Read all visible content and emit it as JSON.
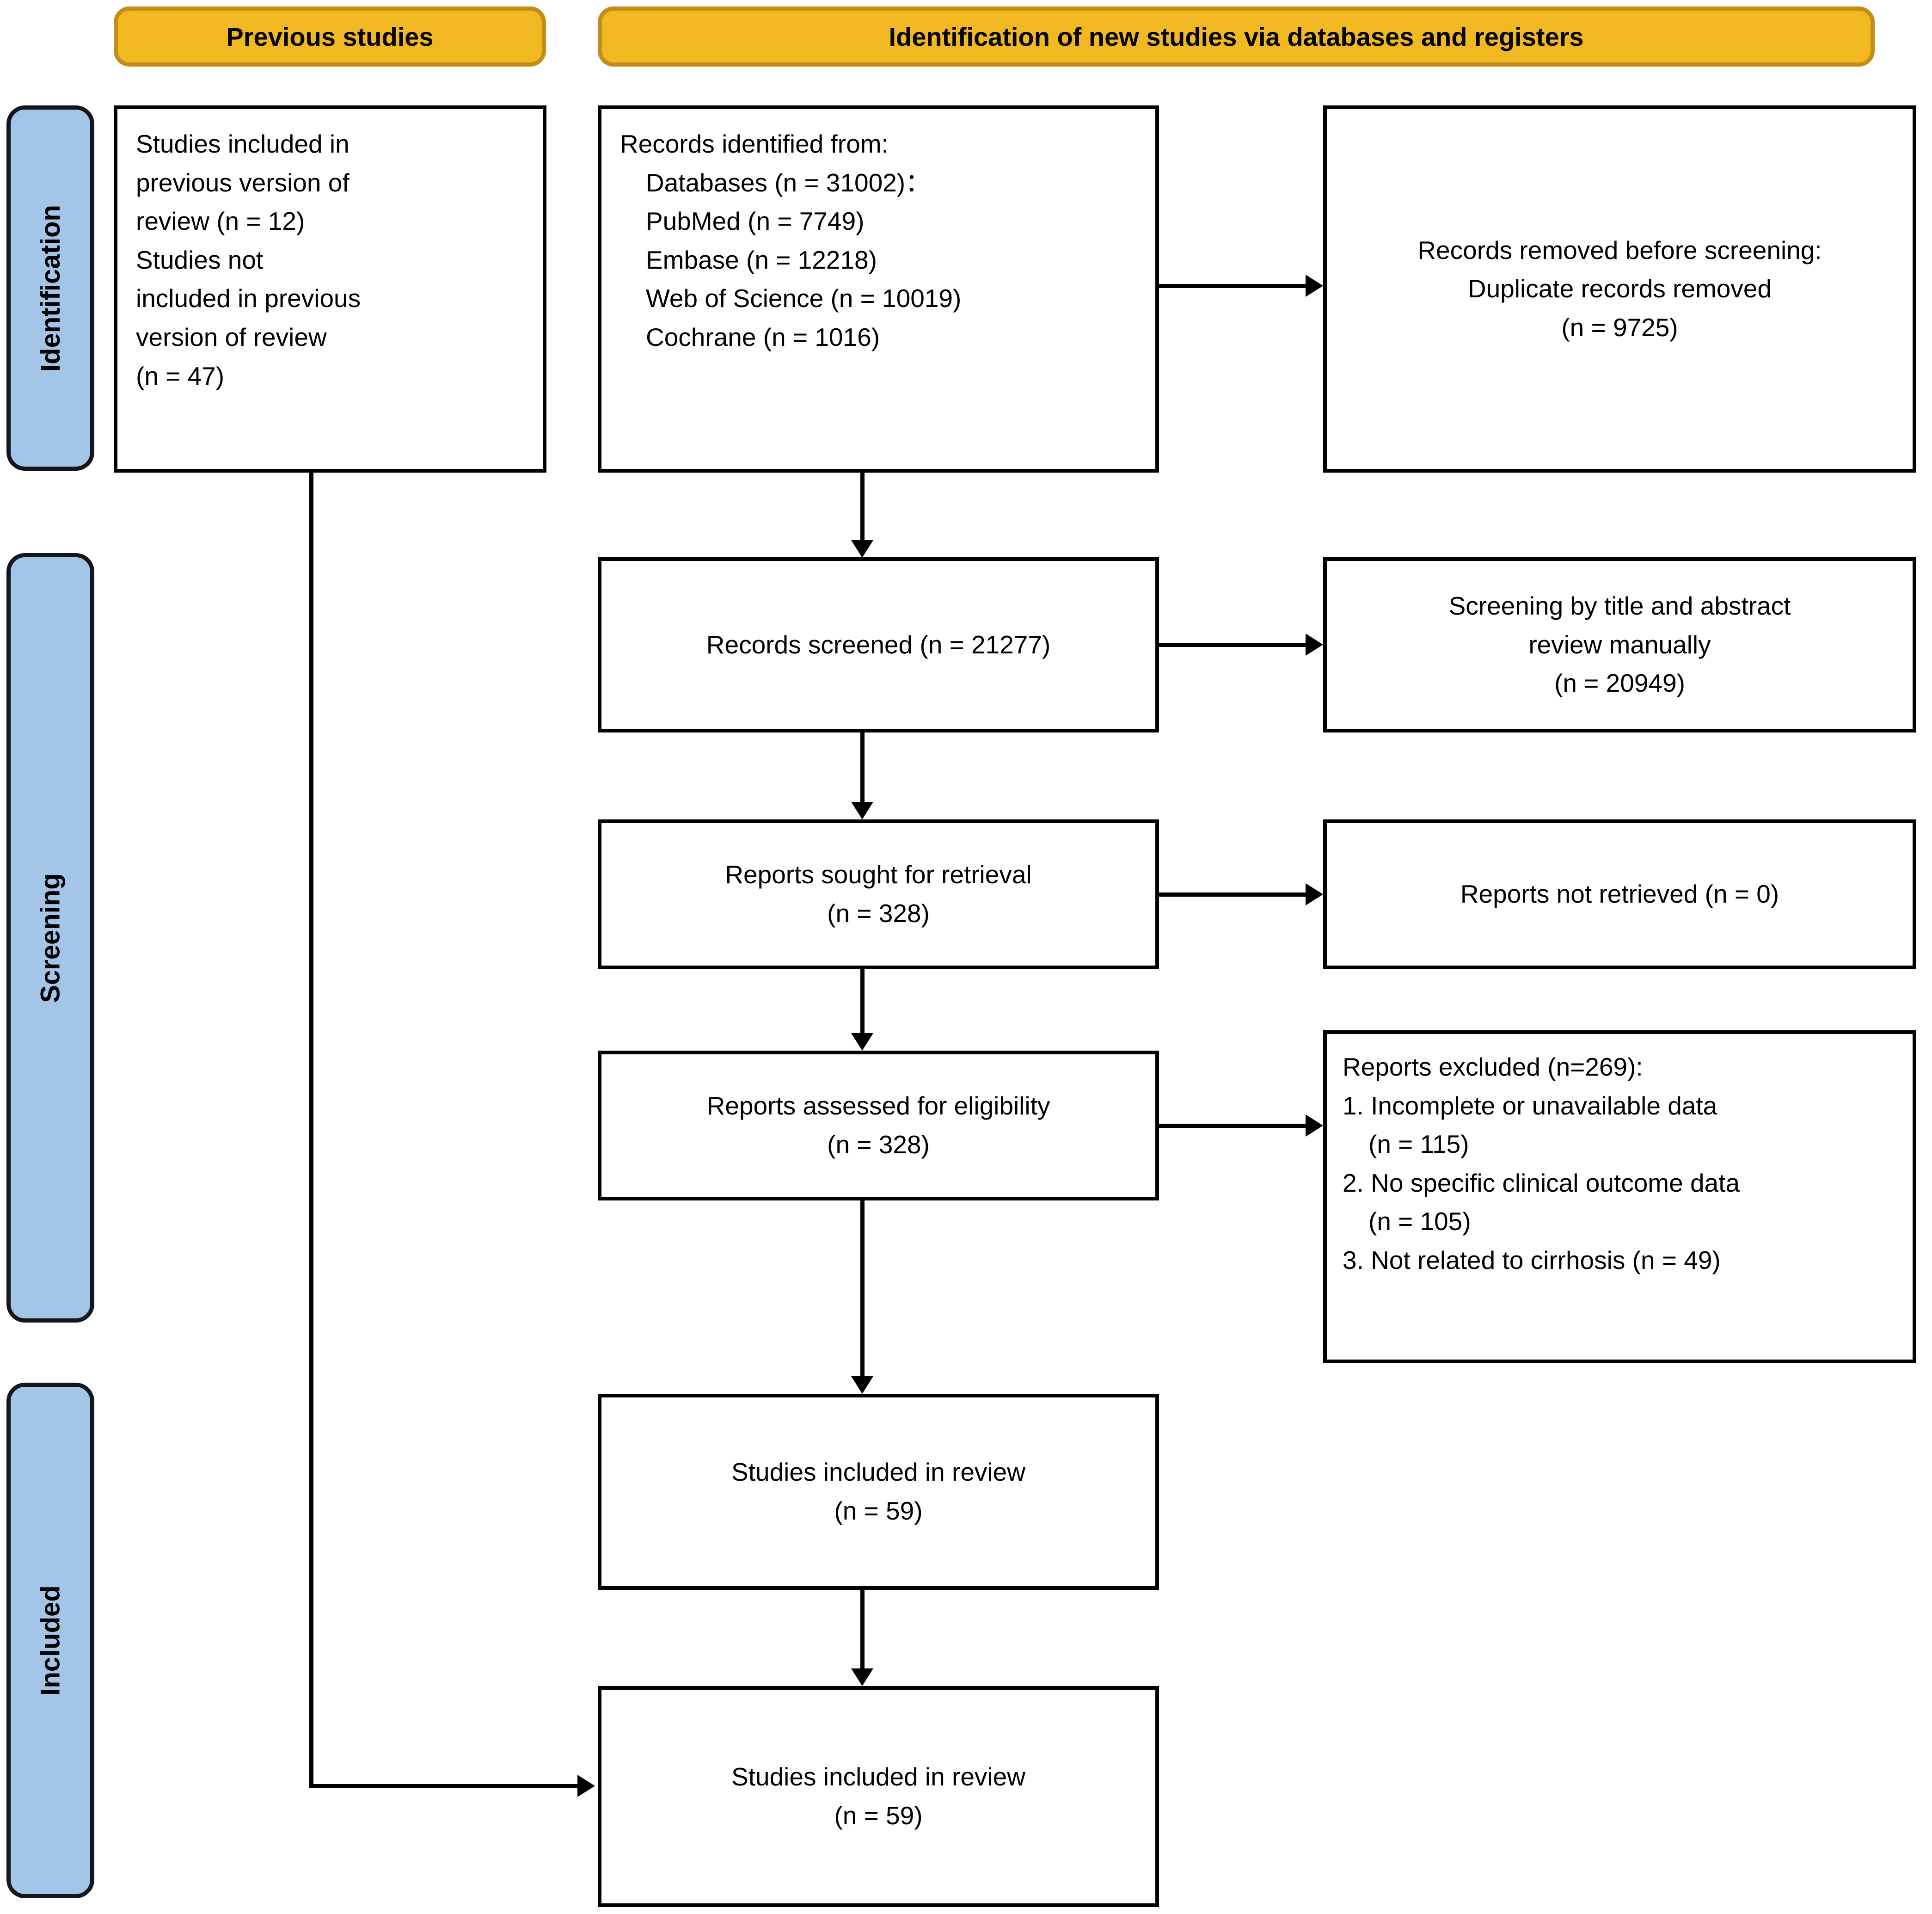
{
  "colors": {
    "banner_fill": "#f2b822",
    "banner_border": "#c18f17",
    "stage_fill": "#a3c6e8",
    "stage_border": "#14161c",
    "box_border": "#000000",
    "page_bg": "#ffffff"
  },
  "banners": {
    "previous_studies": "Previous studies",
    "identification_new": "Identification of new studies via databases and registers"
  },
  "stages": {
    "identification": "Identification",
    "screening": "Screening",
    "included": "Included"
  },
  "boxes": {
    "previous_studies_box": {
      "block_a": [
        "Studies included in",
        "previous version of",
        "review (n = 12)"
      ],
      "block_b": [
        "Studies not",
        "included in previous",
        "version of review",
        "(n = 47)"
      ]
    },
    "records_identified": {
      "title": "Records identified from:",
      "items": [
        "Databases (n = 31002)：",
        "PubMed (n = 7749)",
        "Embase (n = 12218)",
        "Web of Science (n = 10019)",
        "Cochrane (n = 1016)"
      ]
    },
    "records_removed": {
      "lines": [
        "Records removed before screening:",
        "Duplicate records removed",
        "(n = 9725)"
      ]
    },
    "records_screened": {
      "lines": [
        "Records screened (n = 21277)"
      ]
    },
    "screening_manual": {
      "lines": [
        "Screening by title and abstract",
        "review manually",
        "(n = 20949)"
      ]
    },
    "reports_sought": {
      "lines": [
        "Reports sought for retrieval",
        "(n = 328)"
      ]
    },
    "reports_not_retrieved": {
      "lines": [
        "Reports not retrieved (n = 0)"
      ]
    },
    "reports_assessed": {
      "lines": [
        "Reports assessed for eligibility",
        "(n = 328)"
      ]
    },
    "reports_excluded": {
      "title": "Reports excluded (n=269):",
      "items": [
        "1. Incomplete or unavailable data",
        "(n = 115)",
        "2. No specific clinical outcome data",
        "(n = 105)",
        "3. Not related to cirrhosis (n = 49)"
      ]
    },
    "studies_included_new": {
      "lines": [
        "Studies included in review",
        "(n = 59)"
      ]
    },
    "studies_included_total": {
      "lines": [
        "Studies included in review",
        "(n = 59)"
      ]
    }
  },
  "chart_data": {
    "type": "diagram",
    "title": "PRISMA 2020 flow diagram for updated systematic reviews",
    "flow": [
      {
        "id": "previous",
        "label": "Studies included in previous version of review",
        "n": 12
      },
      {
        "id": "not_previous",
        "label": "Studies not included in previous version of review",
        "n": 47
      },
      {
        "id": "identified_total",
        "label": "Databases",
        "n": 31002
      },
      {
        "id": "pubmed",
        "label": "PubMed",
        "n": 7749
      },
      {
        "id": "embase",
        "label": "Embase",
        "n": 12218
      },
      {
        "id": "wos",
        "label": "Web of Science",
        "n": 10019
      },
      {
        "id": "cochrane",
        "label": "Cochrane",
        "n": 1016
      },
      {
        "id": "duplicates_removed",
        "label": "Duplicate records removed",
        "n": 9725
      },
      {
        "id": "screened",
        "label": "Records screened",
        "n": 21277
      },
      {
        "id": "excluded_title_abstract",
        "label": "Screening by title and abstract review manually",
        "n": 20949
      },
      {
        "id": "sought",
        "label": "Reports sought for retrieval",
        "n": 328
      },
      {
        "id": "not_retrieved",
        "label": "Reports not retrieved",
        "n": 0
      },
      {
        "id": "assessed",
        "label": "Reports assessed for eligibility",
        "n": 328
      },
      {
        "id": "excluded_total",
        "label": "Reports excluded",
        "n": 269
      },
      {
        "id": "excluded_incomplete",
        "label": "Incomplete or unavailable data",
        "n": 115
      },
      {
        "id": "excluded_no_outcome",
        "label": "No specific clinical outcome data",
        "n": 105
      },
      {
        "id": "excluded_not_cirrhosis",
        "label": "Not related to cirrhosis",
        "n": 49
      },
      {
        "id": "included_new",
        "label": "Studies included in review",
        "n": 59
      },
      {
        "id": "included_total",
        "label": "Studies included in review",
        "n": 59
      }
    ]
  }
}
